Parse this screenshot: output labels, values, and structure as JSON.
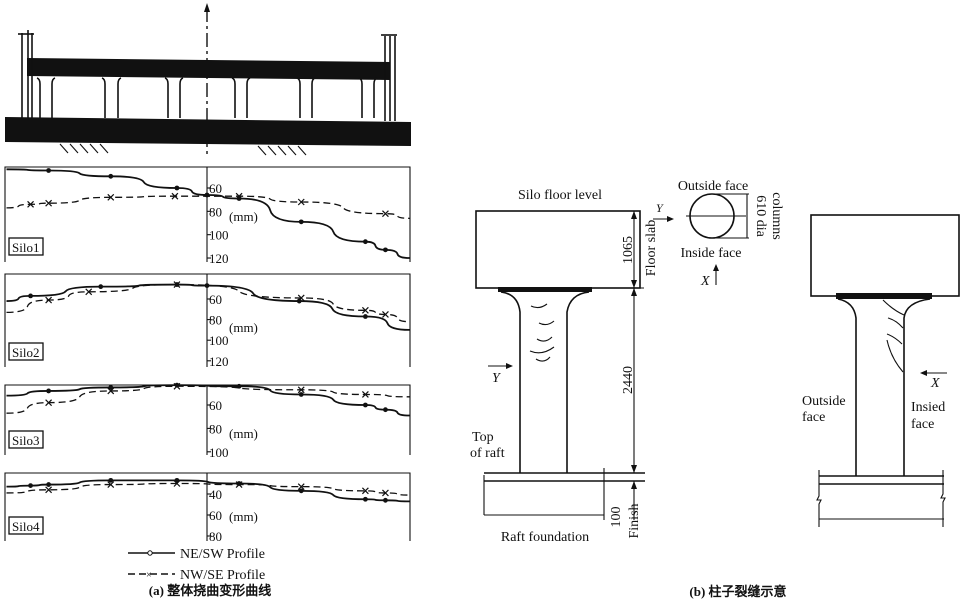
{
  "panel_a": {
    "caption": "(a) 整体挠曲变形曲线",
    "unit": "(mm)",
    "legend": {
      "solid": "NE/SW Profile",
      "dashed": "NW/SE Profile"
    }
  },
  "panel_b": {
    "caption": "(b) 柱子裂缝示意",
    "silo_floor_level": "Silo floor level",
    "floor_slab": "Floor slab",
    "dim_slab": "1065",
    "dim_column": "2440",
    "dim_finish": "100",
    "finish": "Finish",
    "top_of_raft_1": "Top",
    "top_of_raft_2": "of raft",
    "raft_foundation": "Raft foundation",
    "outside_face": "Outside face",
    "inside_face": "Inside face",
    "dia": "610 dia",
    "columns": "columns",
    "axis_y": "Y",
    "axis_x": "X",
    "outside_face_1": "Outside",
    "outside_face_2": "face",
    "insied_face_1": "Insied",
    "insied_face_2": "face"
  },
  "chart_data": [
    {
      "type": "line",
      "title": "Silo1",
      "ylabel": "(mm)",
      "yticks": [
        "60",
        "80",
        "100",
        "120"
      ],
      "ylim": [
        42,
        122
      ],
      "series": [
        {
          "name": "NE/SW Profile",
          "x": [
            -100,
            -79,
            -48,
            -15,
            0,
            16,
            47,
            79,
            89,
            101
          ],
          "values": [
            44,
            45,
            50,
            60,
            66,
            69,
            89,
            106,
            113,
            120
          ]
        },
        {
          "name": "NW/SE Profile",
          "x": [
            -100,
            -88,
            -79,
            -48,
            -16,
            16,
            47,
            89,
            101
          ],
          "values": [
            77,
            74,
            73,
            68,
            67,
            67,
            72,
            82,
            86
          ]
        }
      ]
    },
    {
      "type": "line",
      "title": "Silo2",
      "ylabel": "(mm)",
      "yticks": [
        "60",
        "80",
        "100",
        "120"
      ],
      "ylim": [
        36,
        122
      ],
      "series": [
        {
          "name": "NE/SW Profile",
          "x": [
            -100,
            -88,
            -53,
            -15,
            0,
            46,
            79,
            101
          ],
          "values": [
            62,
            57,
            48,
            46,
            47,
            62,
            77,
            90
          ]
        },
        {
          "name": "NW/SE Profile",
          "x": [
            -100,
            -79,
            -59,
            -15,
            47,
            79,
            89,
            101
          ],
          "values": [
            73,
            61,
            53,
            46,
            59,
            71,
            75,
            82
          ]
        }
      ]
    },
    {
      "type": "line",
      "title": "Silo3",
      "ylabel": "(mm)",
      "yticks": [
        "60",
        "80",
        "100"
      ],
      "ylim": [
        43,
        102
      ],
      "series": [
        {
          "name": "NE/SW Profile",
          "x": [
            -100,
            -79,
            -48,
            -15,
            16,
            47,
            79,
            89,
            101
          ],
          "values": [
            52,
            48,
            45,
            43,
            44,
            51,
            60,
            64,
            69
          ]
        },
        {
          "name": "NW/SE Profile",
          "x": [
            -100,
            -79,
            -48,
            -15,
            47,
            79,
            101
          ],
          "values": [
            67,
            58,
            48,
            44,
            47,
            51,
            53
          ]
        }
      ]
    },
    {
      "type": "line",
      "title": "Silo4",
      "ylabel": "(mm)",
      "yticks": [
        "40",
        "60",
        "80"
      ],
      "ylim": [
        20,
        84
      ],
      "series": [
        {
          "name": "NE/SW Profile",
          "x": [
            -100,
            -88,
            -79,
            -48,
            -15,
            16,
            47,
            79,
            89,
            101
          ],
          "values": [
            33,
            32,
            31,
            27,
            27,
            30,
            37,
            45,
            46,
            47
          ]
        },
        {
          "name": "NW/SE Profile",
          "x": [
            -100,
            -79,
            -48,
            -15,
            16,
            47,
            79,
            89,
            101
          ],
          "values": [
            39,
            36,
            31,
            30,
            31,
            33,
            37,
            39,
            41
          ]
        }
      ]
    }
  ]
}
